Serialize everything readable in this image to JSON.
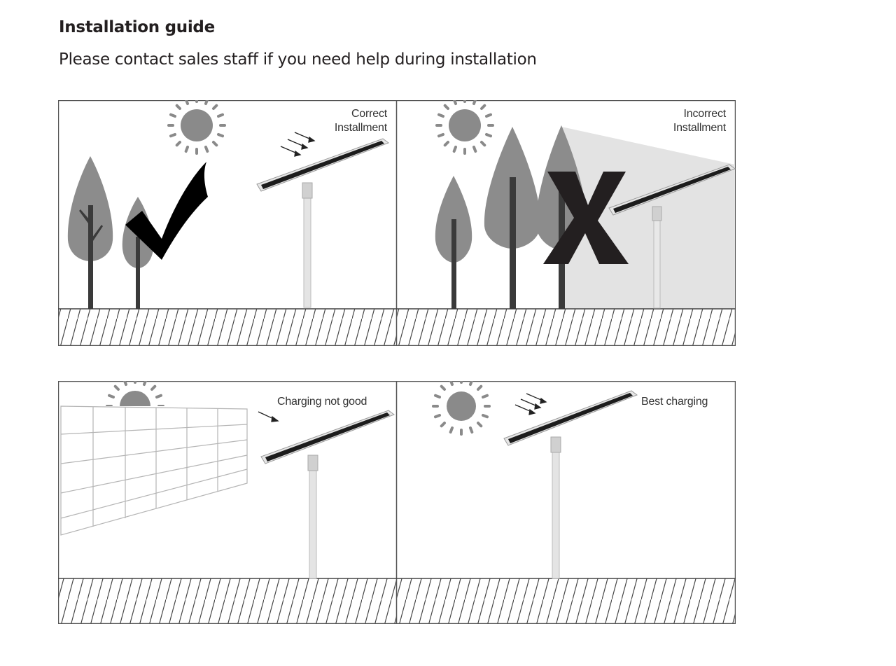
{
  "header": {
    "title": "Installation guide",
    "subtitle": "Please contact sales staff if you need help during installation"
  },
  "panels": [
    {
      "id": "correct",
      "label_line1": "Correct",
      "label_line2": "Installment",
      "mark": "check-icon"
    },
    {
      "id": "incorrect",
      "label_line1": "Incorrect",
      "label_line2": "Installment",
      "mark": "cross-icon"
    },
    {
      "id": "not-good",
      "label_line1": "Charging not good",
      "mark": "building-icon"
    },
    {
      "id": "best",
      "label_line1": "Best charging",
      "mark": "sun-icon"
    }
  ],
  "colors": {
    "frame": "#555555",
    "tree": "#8c8c8c",
    "trunk": "#3a3a3a",
    "panel": "#1c1c1c",
    "pole": "#e2e2e2",
    "shadow": "#e3e3e3",
    "sun": "#8a8a8a"
  }
}
